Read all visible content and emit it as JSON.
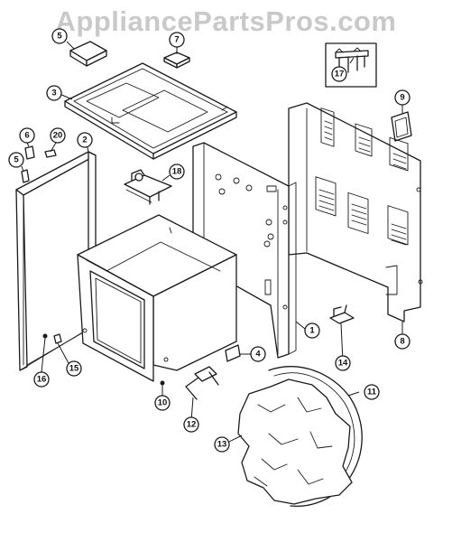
{
  "watermark": "AppliancePartsPros.com",
  "callouts": [
    {
      "id": "c1",
      "label": "1"
    },
    {
      "id": "c2",
      "label": "2"
    },
    {
      "id": "c3",
      "label": "3"
    },
    {
      "id": "c4",
      "label": "4"
    },
    {
      "id": "c5",
      "label": "5"
    },
    {
      "id": "c5b",
      "label": "5"
    },
    {
      "id": "c6",
      "label": "6"
    },
    {
      "id": "c7",
      "label": "7"
    },
    {
      "id": "c8",
      "label": "8"
    },
    {
      "id": "c9",
      "label": "9"
    },
    {
      "id": "c10",
      "label": "10"
    },
    {
      "id": "c11",
      "label": "11"
    },
    {
      "id": "c12",
      "label": "12"
    },
    {
      "id": "c13",
      "label": "13"
    },
    {
      "id": "c14",
      "label": "14"
    },
    {
      "id": "c15",
      "label": "15"
    },
    {
      "id": "c16",
      "label": "16"
    },
    {
      "id": "c17",
      "label": "17"
    },
    {
      "id": "c18",
      "label": "18"
    },
    {
      "id": "c20",
      "label": "20"
    }
  ]
}
